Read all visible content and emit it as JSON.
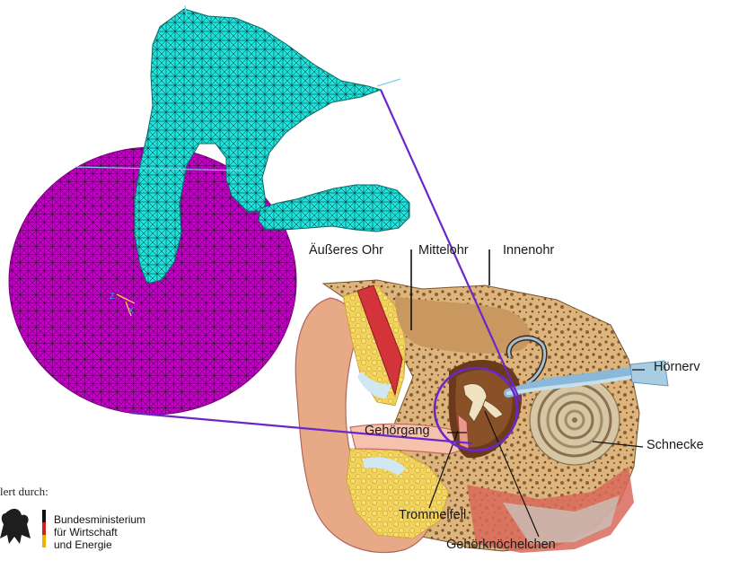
{
  "regions": {
    "outer": "Äußeres Ohr",
    "middle": "Mittelohr",
    "inner": "Innenohr"
  },
  "labels": {
    "auditory_nerve": "Hörnerv",
    "ear_canal": "Gehörgang",
    "cochlea": "Schnecke",
    "eardrum": "Trommelfell",
    "ossicles": "Gehörknöchelchen"
  },
  "axis_glyphs": {
    "z": "Z",
    "x": "X"
  },
  "sponsor": {
    "caption": "lert durch:",
    "line1": "Bundesministerium",
    "line2": "für Wirtschaft",
    "line3": "und Energie"
  },
  "colors": {
    "mesh_membrane": "#c800c8",
    "mesh_ossicle": "#1ee6dc",
    "zoom_line": "#6a28c8",
    "bone": "#d9b07a",
    "skin": "#e7a987"
  }
}
